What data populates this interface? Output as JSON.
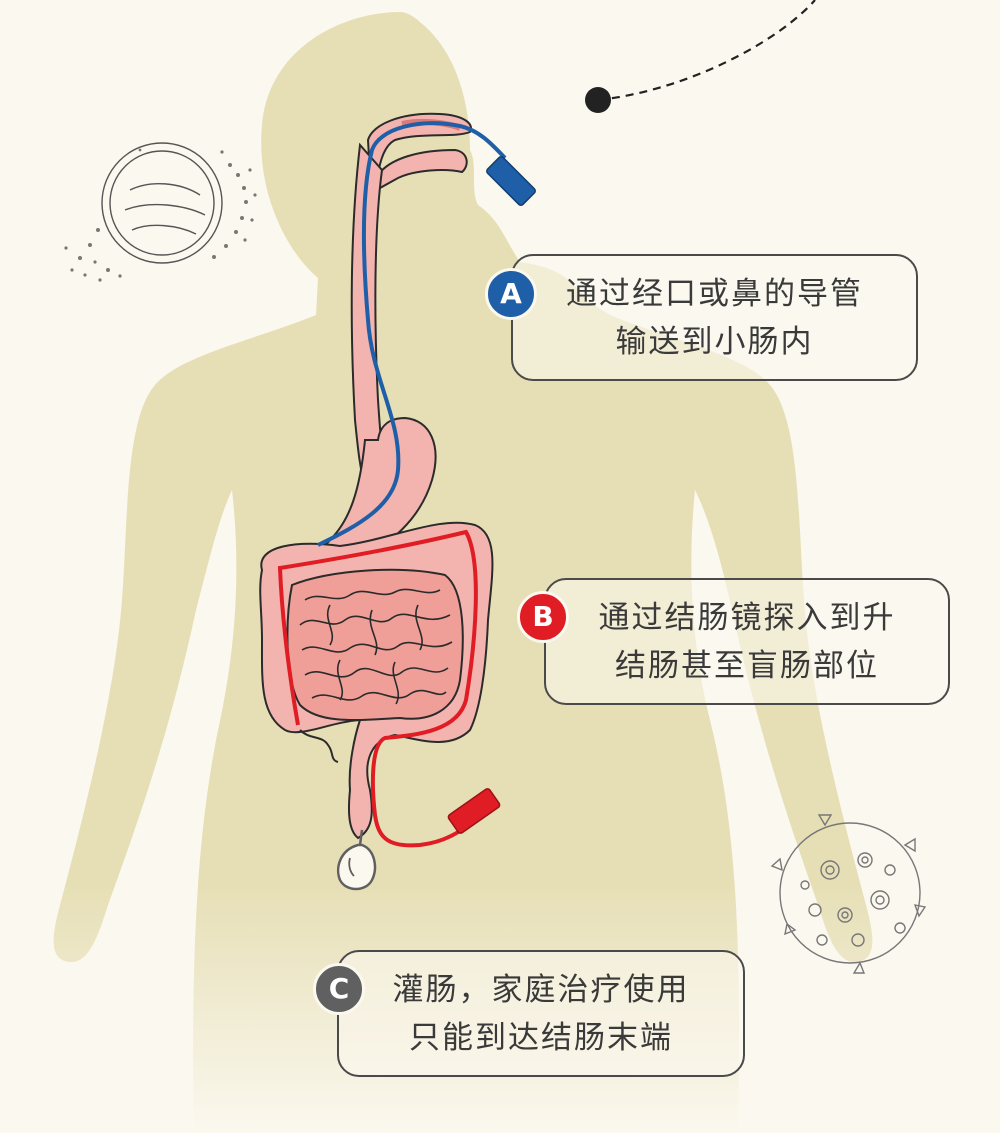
{
  "colors": {
    "background": "#fbf8ef",
    "silhouette": "#e6dfb6",
    "tube_a": "#1f5fa8",
    "tube_b": "#e01c24",
    "enema": "#606060",
    "intestine_fill": "#f3b3ae",
    "outline": "#2b2b2b"
  },
  "callouts": [
    {
      "badge": "A",
      "badge_color": "#1f5fa8",
      "lines": [
        "通过经口或鼻的导管",
        "输送到小肠内"
      ]
    },
    {
      "badge": "B",
      "badge_color": "#e01c24",
      "lines": [
        "通过结肠镜探入到升",
        "结肠甚至盲肠部位"
      ]
    },
    {
      "badge": "C",
      "badge_color": "#606060",
      "lines": [
        "灌肠，家庭治疗使用",
        "只能到达结肠末端"
      ]
    }
  ],
  "icons": [
    "spore-cell-icon",
    "virus-cell-icon"
  ]
}
